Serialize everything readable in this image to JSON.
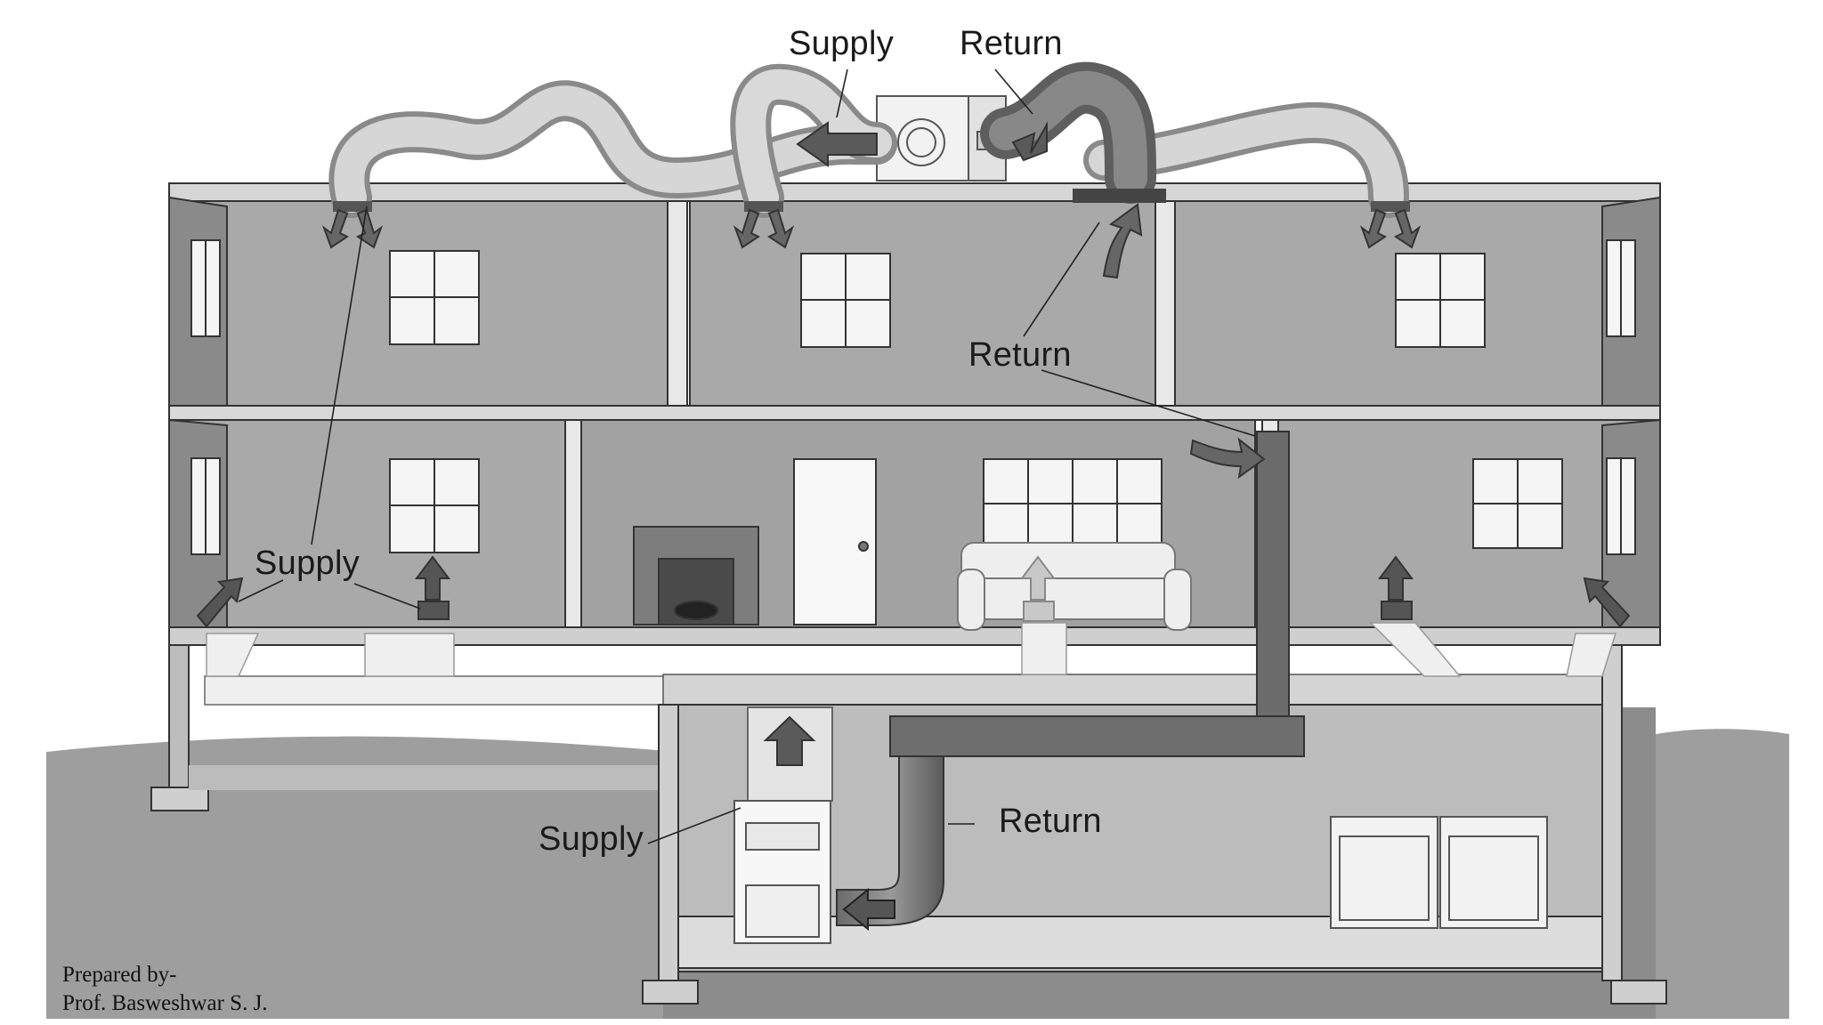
{
  "labels": {
    "top_supply": "Supply",
    "top_return": "Return",
    "mid_return": "Return",
    "left_supply": "Supply",
    "basement_supply": "Supply",
    "basement_return": "Return"
  },
  "credit": {
    "line1": "Prepared by-",
    "line2": "Prof. Basweshwar S. J."
  }
}
